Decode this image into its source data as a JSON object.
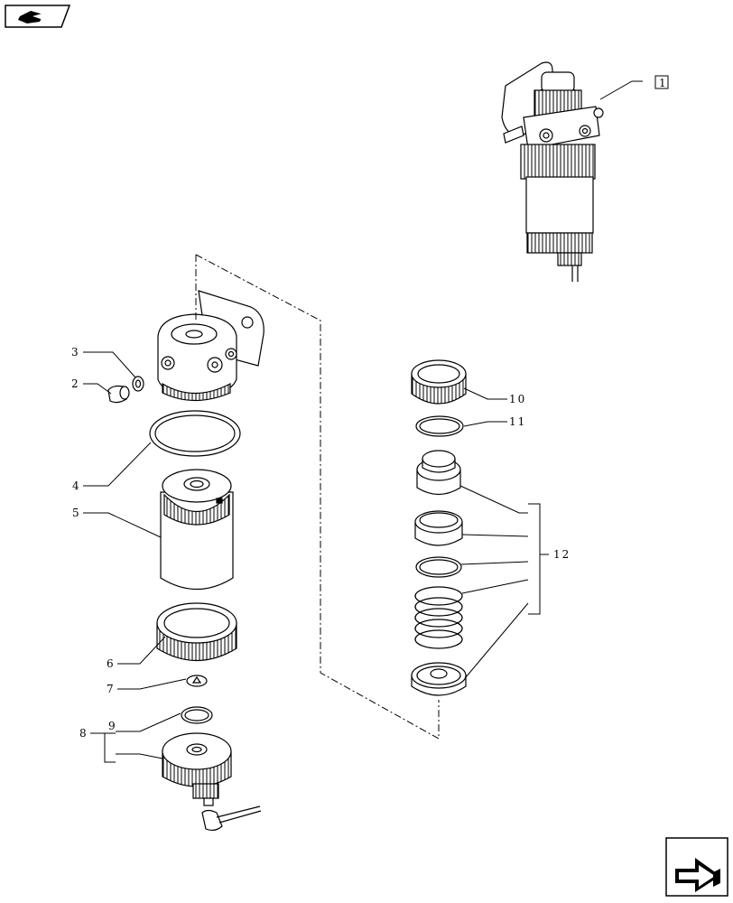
{
  "callouts": {
    "c1": "1",
    "c2": "2",
    "c3": "3",
    "c4": "4",
    "c5": "5",
    "c6": "6",
    "c7": "7",
    "c8": "8",
    "c9": "9",
    "c10": "10",
    "c11": "11",
    "c12": "12"
  },
  "icons": {
    "top_left": "back-page-icon",
    "bottom_right": "next-page-icon"
  }
}
